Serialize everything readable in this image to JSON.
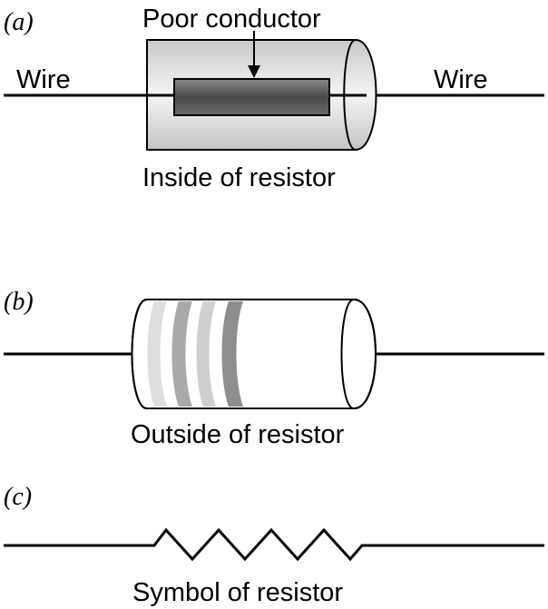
{
  "panels": {
    "a": {
      "tag": "(a)",
      "wire_left": "Wire",
      "wire_right": "Wire",
      "conductor_label": "Poor conductor",
      "caption": "Inside of resistor"
    },
    "b": {
      "tag": "(b)",
      "caption": "Outside of resistor"
    },
    "c": {
      "tag": "(c)",
      "caption": "Symbol of resistor"
    }
  },
  "colors": {
    "ink": "#000000",
    "body_fill": "#dcdcdc",
    "conductor_fill": "#5a5a5a",
    "band_light": "#d8d8d8",
    "band_mid": "#a8a8a8",
    "band_dark": "#8c8c8c"
  }
}
